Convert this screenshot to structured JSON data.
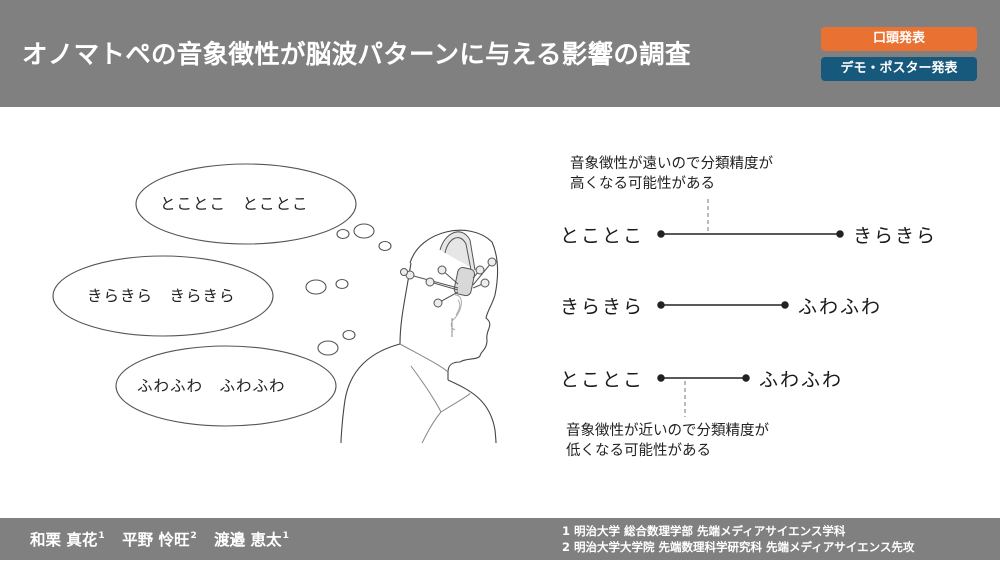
{
  "header": {
    "title": "オノマトペの音象徴性が脳波パターンに与える影響の調査",
    "background_color": "#808080",
    "badges": [
      {
        "label": "口頭発表",
        "color": "#e97132"
      },
      {
        "label": "デモ・ポスター発表",
        "color": "#17597c"
      }
    ]
  },
  "illustration": {
    "description": "person-wearing-eeg-headset-thinking",
    "thought_bubbles": [
      {
        "text": "とことこ　とことこ"
      },
      {
        "text": "きらきら　きらきら"
      },
      {
        "text": "ふわふわ　ふわふわ"
      }
    ]
  },
  "diagram": {
    "note_far": {
      "line1": "音象徴性が遠いので分類精度が",
      "line2": "高くなる可能性がある"
    },
    "pairs": [
      {
        "left": "とことこ",
        "right": "きらきら",
        "distance": "long"
      },
      {
        "left": "きらきら",
        "right": "ふわふわ",
        "distance": "medium"
      },
      {
        "left": "とことこ",
        "right": "ふわふわ",
        "distance": "short"
      }
    ],
    "note_near": {
      "line1": "音象徴性が近いので分類精度が",
      "line2": "低くなる可能性がある"
    }
  },
  "footer": {
    "authors": [
      {
        "name": "和栗 真花",
        "affil": "1"
      },
      {
        "name": "平野 怜旺",
        "affil": "2"
      },
      {
        "name": "渡邉 恵太",
        "affil": "1"
      }
    ],
    "affiliations": [
      "1 明治大学 総合数理学部 先端メディアサイエンス学科",
      "2 明治大学大学院 先端数理科学研究科 先端メディアサイエンス先攻"
    ]
  }
}
